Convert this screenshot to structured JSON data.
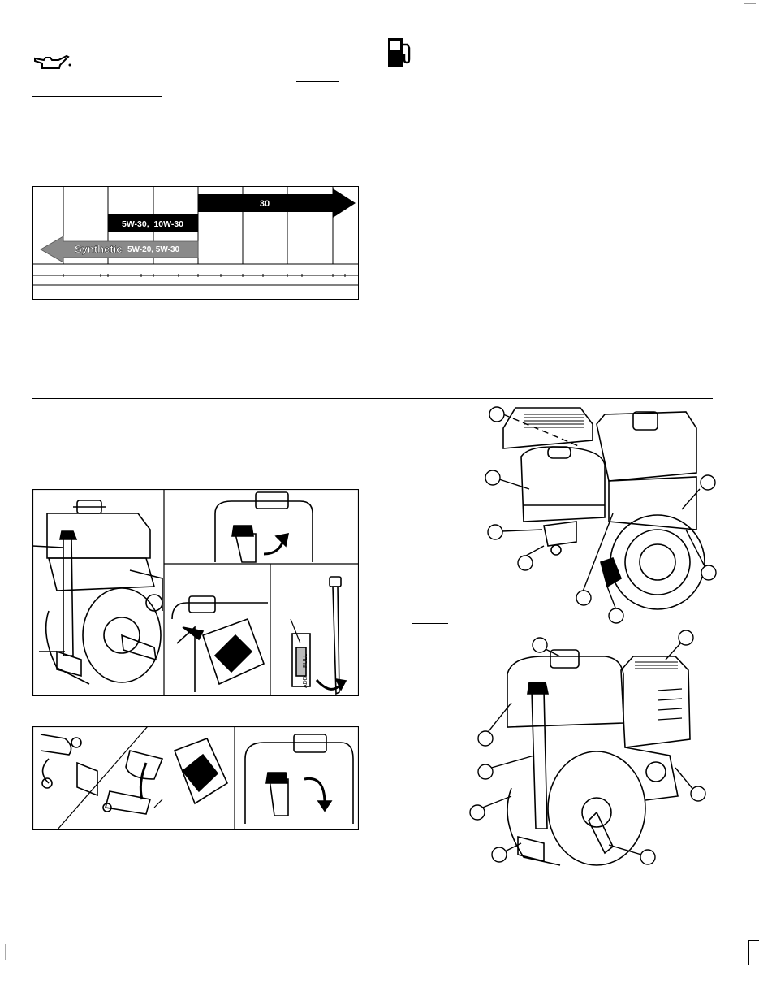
{
  "chart_data": {
    "type": "table",
    "bars": [
      {
        "label": "30",
        "style": "black-arrow-right"
      },
      {
        "label": "5W-30,  10W-30",
        "style": "black-box"
      },
      {
        "label": "Synthetic",
        "sub_label": "5W-20, 5W-30",
        "style": "gray-arrow-left"
      }
    ]
  },
  "labels": {
    "oil_dipstick_add": "ADD",
    "oil_dipstick_full": "FULL"
  },
  "icons": {
    "oil": "oil-can-icon",
    "fuel": "fuel-pump-icon"
  }
}
